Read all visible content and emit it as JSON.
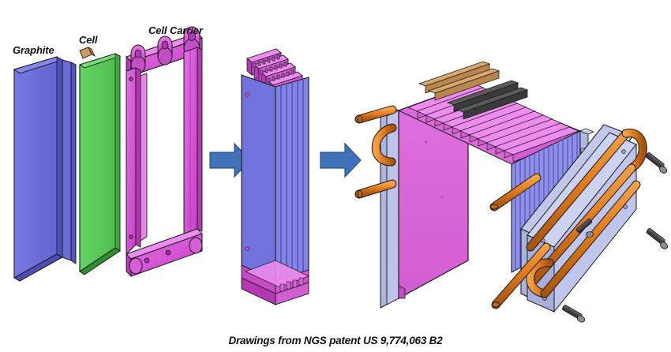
{
  "figure": {
    "background_color": "#ffffff",
    "caption": "Drawings from NGS patent US 9,774,063 B2"
  },
  "labels": {
    "graphite": "Graphite",
    "cell": "Cell",
    "cell_carrier": "Cell Carrier"
  },
  "colors": {
    "graphite_plate": "#6E6EDB",
    "graphite_plate_dark": "#5757C4",
    "graphite_edge": "#4A4AB0",
    "cell_face": "#5ACB5A",
    "cell_dark": "#3FA83F",
    "cell_edge": "#2E7D2E",
    "carrier_pink": "#D94FD9",
    "carrier_pink_light": "#EE8BEE",
    "carrier_pink_dark": "#B437B4",
    "module_magenta": "#DD66DD",
    "module_magenta_dark": "#C44CC4",
    "endplate_blue": "#BFC4E8",
    "endplate_blue_dark": "#9AA2CF",
    "fin_blue": "#8F8FE0",
    "fin_blue_dark": "#6A6AC4",
    "copper_tube": "#E07B1E",
    "copper_tube_light": "#F5A64B",
    "copper_tube_dark": "#B25C10",
    "busbar_copper": "#CE9A62",
    "busbar_nickel": "#4A4A4A",
    "screw_gray": "#4D4D4D",
    "screw_head": "#8C8C94",
    "arrow_blue": "#3F72B8",
    "arrow_outline": "#2A4F82",
    "outline": "#1A1A1A",
    "text": "#111111"
  },
  "stages": [
    {
      "id": "stage-1-components",
      "name": "Exploded components",
      "parts": [
        "graphite",
        "cell",
        "cell-carrier"
      ]
    },
    {
      "id": "stage-2-cell-stack",
      "name": "Assembled cell stack",
      "parts": [
        "stacked-plates",
        "carrier-tabs"
      ]
    },
    {
      "id": "stage-3-module",
      "name": "Complete battery module with cold plate",
      "parts": [
        "module-body",
        "busbars",
        "cooling-tubes",
        "cold-plate",
        "screws"
      ]
    }
  ],
  "arrows": [
    {
      "name": "arrow-1",
      "symbol": "right-arrow"
    },
    {
      "name": "arrow-2",
      "symbol": "right-arrow"
    }
  ],
  "module": {
    "busbar_copper_count": 2,
    "busbar_nickel_count": 2,
    "carrier_tab_rows": 4,
    "fin_count": 17,
    "cooling_tube_runs": 3,
    "screw_count": 3
  }
}
